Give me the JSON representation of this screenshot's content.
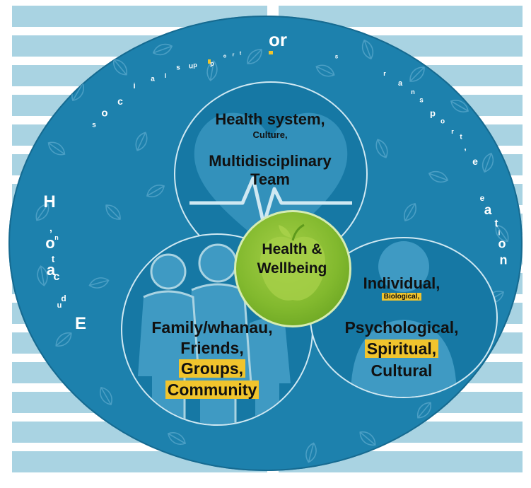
{
  "diagram": {
    "top_label": "or",
    "center": {
      "line1": "Health &",
      "line2": "Wellbeing"
    },
    "health_circle": {
      "line1": "Health system,",
      "line2": "Culture,",
      "line3": "Multidisciplinary",
      "line4": "Team"
    },
    "family_circle": {
      "line1": "Family/whanau,",
      "line2": "Friends,",
      "line3": "Groups,",
      "line4": "Community"
    },
    "individual_circle": {
      "line1": "Individual,",
      "line2": "Biological,",
      "line3": "Psychological,",
      "line4": "Spiritual,",
      "line5": "Cultural"
    },
    "left_arc_letters": [
      "H",
      ",",
      "n",
      "o",
      "t",
      "a",
      "c",
      "d",
      "u",
      "E"
    ],
    "top_arc_letters": [
      "s",
      "o",
      "c",
      "i",
      "a",
      "l",
      "s",
      "u",
      "p",
      "p",
      "o",
      "r",
      "t",
      "s",
      "r",
      "a",
      "n",
      "s",
      "p",
      "o",
      "r",
      "t",
      ",",
      "e"
    ],
    "right_arc_letters": [
      "e",
      "a",
      "t",
      "i",
      "o",
      "n"
    ],
    "colors": {
      "outer_fill": "#1d81ad",
      "inner_circle_fill": "#1678a4",
      "center_fill": "#82b92e",
      "highlight": "#f0c42d",
      "stripe": "#a9d3e2"
    }
  }
}
